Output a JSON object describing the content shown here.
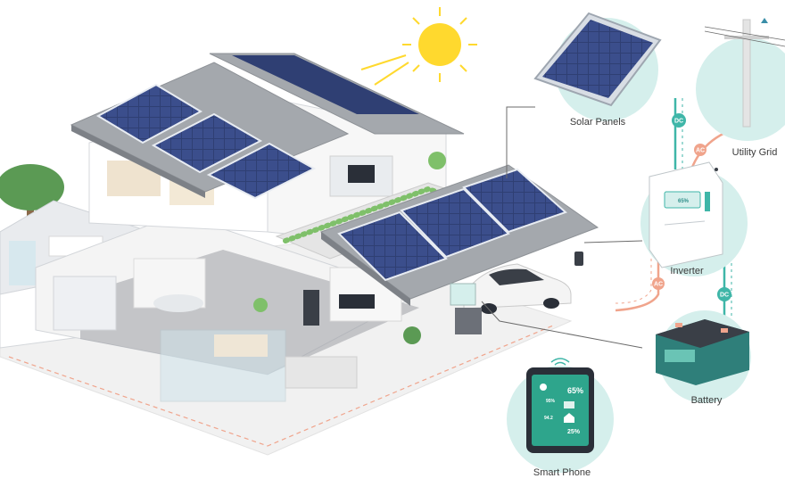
{
  "components": {
    "solar_panels": "Solar Panels",
    "utility_grid": "Utility Grid",
    "inverter": "Inverter",
    "battery": "Battery",
    "smart_phone": "Smart Phone"
  },
  "connections": {
    "dc_label": "DC",
    "ac_label": "AC"
  },
  "inverter_display": {
    "value": "65%"
  },
  "phone_display": {
    "charge_top": "65%",
    "solar_value": "95%",
    "small_value": "94.2",
    "home_value": "25%"
  },
  "colors": {
    "accent_teal": "#3fb6a8",
    "circle_bg": "#d5efec",
    "ac_line": "#f0a48c",
    "panel_blue": "#2f3f73",
    "sun": "#ffd92e",
    "roof_gray": "#9da2a8",
    "grass": "#7fc06a",
    "tree": "#5b9a54",
    "phone_green": "#2ea58c"
  }
}
